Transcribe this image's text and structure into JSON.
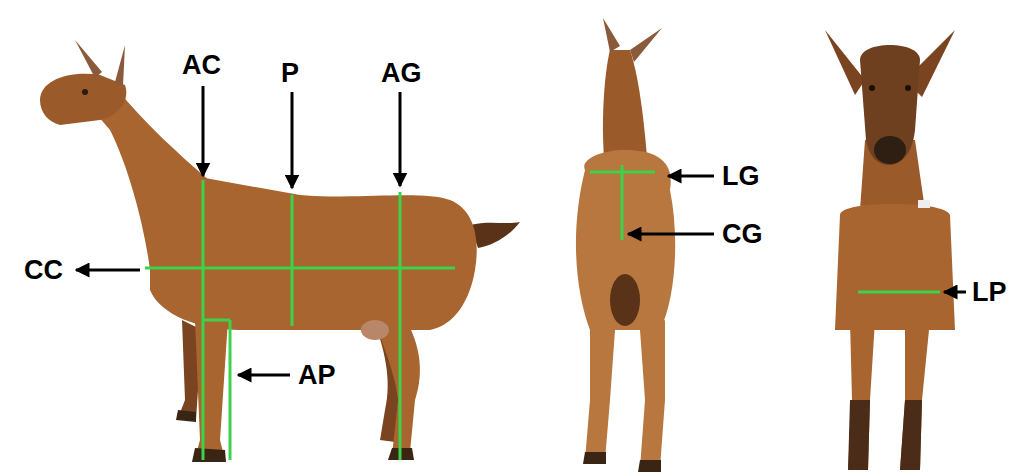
{
  "diagram": {
    "labels": [
      "AC",
      "P",
      "AG",
      "CC",
      "AP",
      "LG",
      "CG",
      "LP"
    ]
  }
}
